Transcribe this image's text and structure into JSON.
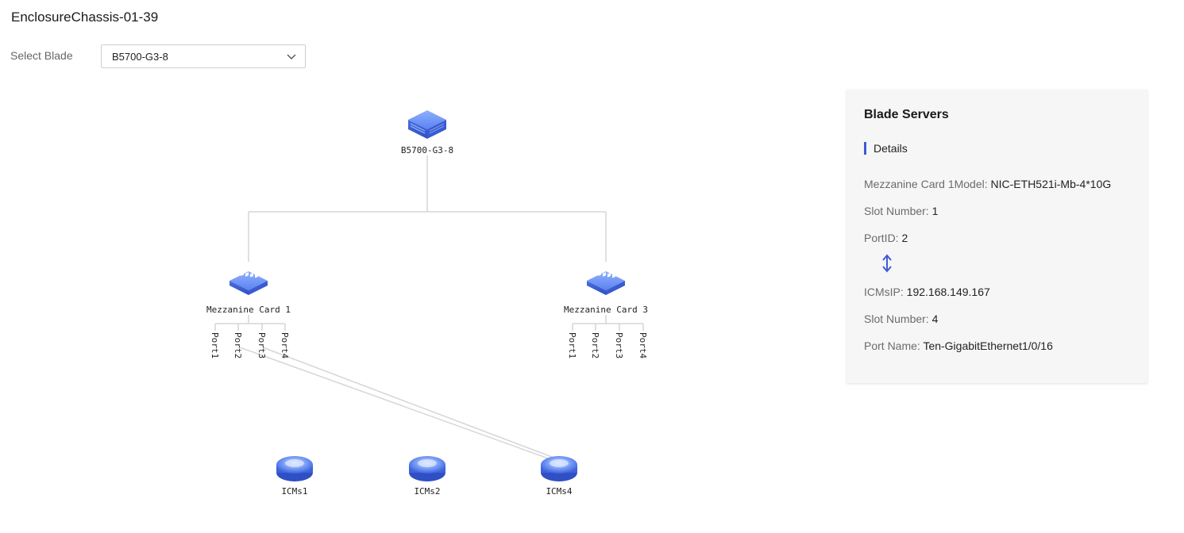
{
  "header": {
    "title": "EnclosureChassis-01-39",
    "select_label": "Select Blade",
    "select_value": "B5700-G3-8"
  },
  "topology": {
    "blade": {
      "label": "B5700-G3-8",
      "icon": "blade-server-icon"
    },
    "cards": [
      {
        "label": "Mezzanine Card 1",
        "icon": "mezzanine-card-icon",
        "ports": [
          "Port1",
          "Port2",
          "Port3",
          "Port4"
        ]
      },
      {
        "label": "Mezzanine Card 3",
        "icon": "mezzanine-card-icon",
        "ports": [
          "Port1",
          "Port2",
          "Port3",
          "Port4"
        ]
      }
    ],
    "icms": [
      {
        "label": "ICMs1",
        "icon": "icm-switch-icon"
      },
      {
        "label": "ICMs2",
        "icon": "icm-switch-icon"
      },
      {
        "label": "ICMs4",
        "icon": "icm-switch-icon"
      }
    ],
    "links": [
      {
        "from": "Mezzanine Card 1 / Port2",
        "to": "ICMs4"
      },
      {
        "from": "Mezzanine Card 1 / Port3",
        "to": "ICMs4"
      }
    ]
  },
  "panel": {
    "title": "Blade Servers",
    "section": "Details",
    "rows": [
      {
        "key": "Mezzanine Card 1Model: ",
        "value": "NIC-ETH521i-Mb-4*10G"
      },
      {
        "key": "Slot Number: ",
        "value": "1"
      },
      {
        "key": "PortID: ",
        "value": "2"
      },
      {
        "key": "ICMsIP: ",
        "value": "192.168.149.167"
      },
      {
        "key": "Slot Number: ",
        "value": "4"
      },
      {
        "key": "Port Name: ",
        "value": "Ten-GigabitEthernet1/0/16"
      }
    ],
    "connector_icon": "double-arrow-vertical-icon"
  },
  "colors": {
    "accent": "#3d5bd6",
    "line": "#d6d6d6",
    "icon_blue": "#4a73e8"
  }
}
